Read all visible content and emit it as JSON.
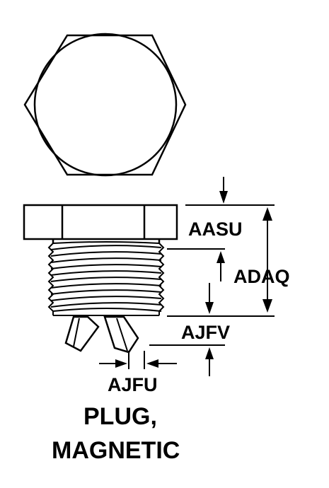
{
  "dimensions": {
    "aasu": "AASU",
    "adaq": "ADAQ",
    "ajfv": "AJFV",
    "ajfu": "AJFU"
  },
  "title": {
    "line1": "PLUG,",
    "line2": "MAGNETIC"
  }
}
